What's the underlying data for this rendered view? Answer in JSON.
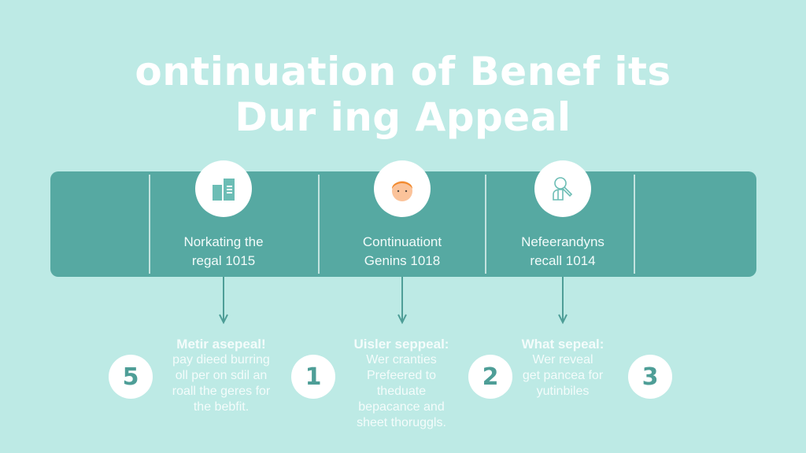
{
  "title": {
    "line1": "ontinuation of Benef its",
    "line2": "Dur ing Appeal"
  },
  "colors": {
    "background": "#bdeae5",
    "panel": "#56a9a2",
    "accent": "#4e9e97",
    "text_light": "#ffffff",
    "avatar_hair": "#f28a2e",
    "avatar_skin": "#fbc39a"
  },
  "panel": {
    "cards": [
      {
        "icon": "bar-chart-icon",
        "label_line1": "Norkating the",
        "label_line2": "regal 1015"
      },
      {
        "icon": "person-avatar-icon",
        "label_line1": "Continuationt",
        "label_line2": "Genins 1018"
      },
      {
        "icon": "person-search-icon",
        "label_line1": "Nefeerandyns",
        "label_line2": "recall 1014"
      }
    ]
  },
  "steps": [
    {
      "heading": "Metir asepeal!",
      "lines": [
        "pay dieed burring",
        "oll per on sdil an",
        "roall the geres for",
        "the bebfit."
      ]
    },
    {
      "heading": "Uisler seppeal:",
      "lines": [
        "Wer cranties",
        "Prefeered to",
        "theduate",
        "bepacance and",
        "sheet thoruggls."
      ]
    },
    {
      "heading": "What sepeal:",
      "lines": [
        "Wer reveal",
        "get pancea for",
        "yutinbiles"
      ]
    }
  ],
  "numbers": [
    "5",
    "1",
    "2",
    "3"
  ]
}
